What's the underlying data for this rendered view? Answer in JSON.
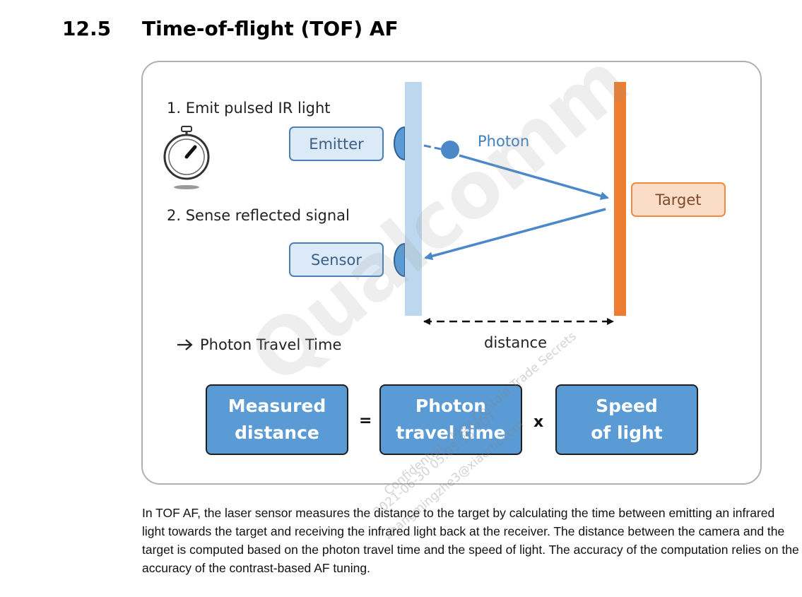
{
  "section": {
    "number": "12.5",
    "title": "Time-of-flight (TOF) AF"
  },
  "diagram": {
    "step1": "1. Emit pulsed IR light",
    "step2": "2. Sense reflected signal",
    "emitter_label": "Emitter",
    "sensor_label": "Sensor",
    "photon_label": "Photon",
    "target_label": "Target",
    "distance_label": "distance",
    "travel_time_label": "Photon Travel Time",
    "formula": {
      "measured": "Measured\ndistance",
      "equals": "=",
      "photon_time": "Photon\ntravel time",
      "times": "x",
      "speed": "Speed\nof light"
    },
    "icons": [
      "stopwatch-icon",
      "right-arrow-icon"
    ],
    "colors": {
      "box_blue": "#5b9bd5",
      "light_blue": "#dceaf7",
      "target_orange": "#ed7d31",
      "arrow_blue": "#4a88c8"
    }
  },
  "watermark": {
    "brand": "Qualcomm",
    "line1": "Confidential – May Contain Trade Secrets",
    "line2": "2021-06-30 05:05:35 PDT",
    "line3": "zhangmingzhe3@xiaomi.com"
  },
  "body_text": "In TOF AF, the laser sensor measures the distance to the target by calculating the time between emitting an infrared light towards the target and receiving the infrared light back at the receiver. The distance between the camera and the target is computed based on the photon travel time and the speed of light. The accuracy of the computation relies on the accuracy of the contrast-based AF tuning."
}
